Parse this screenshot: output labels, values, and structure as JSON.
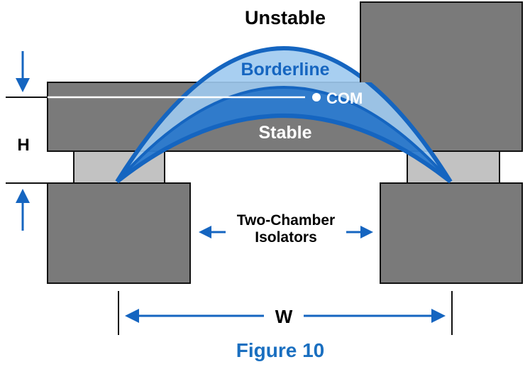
{
  "diagram": {
    "labels": {
      "unstable": "Unstable",
      "borderline": "Borderline",
      "com": "COM",
      "stable": "Stable",
      "height": "H",
      "isolators_line1": "Two-Chamber",
      "isolators_line2": "Isolators",
      "width": "W"
    },
    "caption": "Figure 10"
  },
  "colors": {
    "block_gray": "#7a7a7a",
    "block_border": "#111111",
    "isolator_light": "#c2c2c2",
    "arc_blue": "#1565c0",
    "arc_light_fill": "#9ecaf0",
    "arc_mid_fill": "#2c7bd0",
    "caption_blue": "#1a6fc0",
    "text_dark": "#000000",
    "text_light": "#ffffff"
  }
}
